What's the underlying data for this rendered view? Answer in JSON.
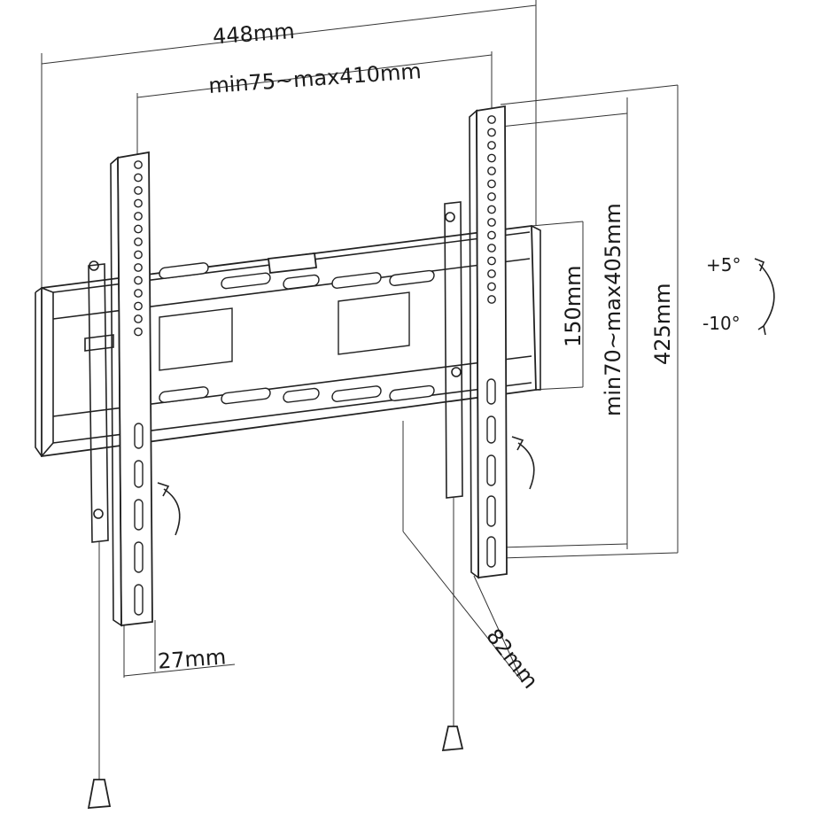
{
  "dimensions": {
    "overall_width": "448mm",
    "vesa_horizontal": "min75~max410mm",
    "vesa_vertical": "min70~max405mm",
    "wall_plate_height": "150mm",
    "arm_height": "425mm",
    "wall_gap": "27mm",
    "depth": "82mm"
  },
  "tilt": {
    "up": "+5°",
    "down": "-10°"
  }
}
